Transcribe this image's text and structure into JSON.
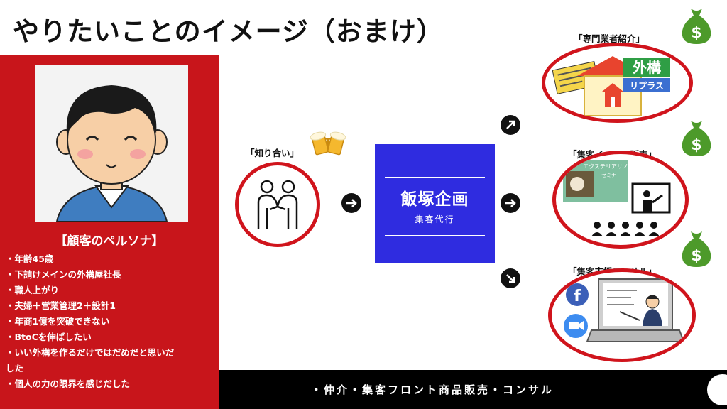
{
  "title": "やりたいことのイメージ（おまけ）",
  "persona": {
    "heading": "【顧客のペルソナ】",
    "items": [
      "・年齢45歳",
      "・下請けメインの外構屋社長",
      "・職人上がり",
      "・夫婦＋営業管理2＋設計1",
      "・年商1億を突破できない",
      "・BtoCを伸ばしたい",
      "・いい外構を作るだけではだめだと思いだ",
      "した",
      "・個人の力の限界を感じだした"
    ]
  },
  "flow": {
    "acquaintance_label": "「知り合い」",
    "company_name": "飯塚企画",
    "company_sub": "集客代行"
  },
  "services": [
    {
      "label": "「専門業者紹介」",
      "logo_top": "外構",
      "logo_bottom": "リプラス"
    },
    {
      "label": "「集客イベント販売」",
      "slide_title": "エクステリアリノート",
      "slide_sub": "セミナー"
    },
    {
      "label": "「集客支援コンサル」"
    }
  ],
  "bottom_bar": "・仲介・集客フロント商品販売・コンサル",
  "colors": {
    "red": "#c8151b",
    "ring": "#d0141c",
    "blue": "#2f2ce0",
    "money_green": "#4d9a2a"
  },
  "icons": [
    "person-portrait",
    "beer-mugs-icon",
    "handshake-icon",
    "arrow-right-icon",
    "arrow-up-right-icon",
    "arrow-down-right-icon",
    "money-bag-icon",
    "facebook-icon",
    "zoom-icon"
  ]
}
